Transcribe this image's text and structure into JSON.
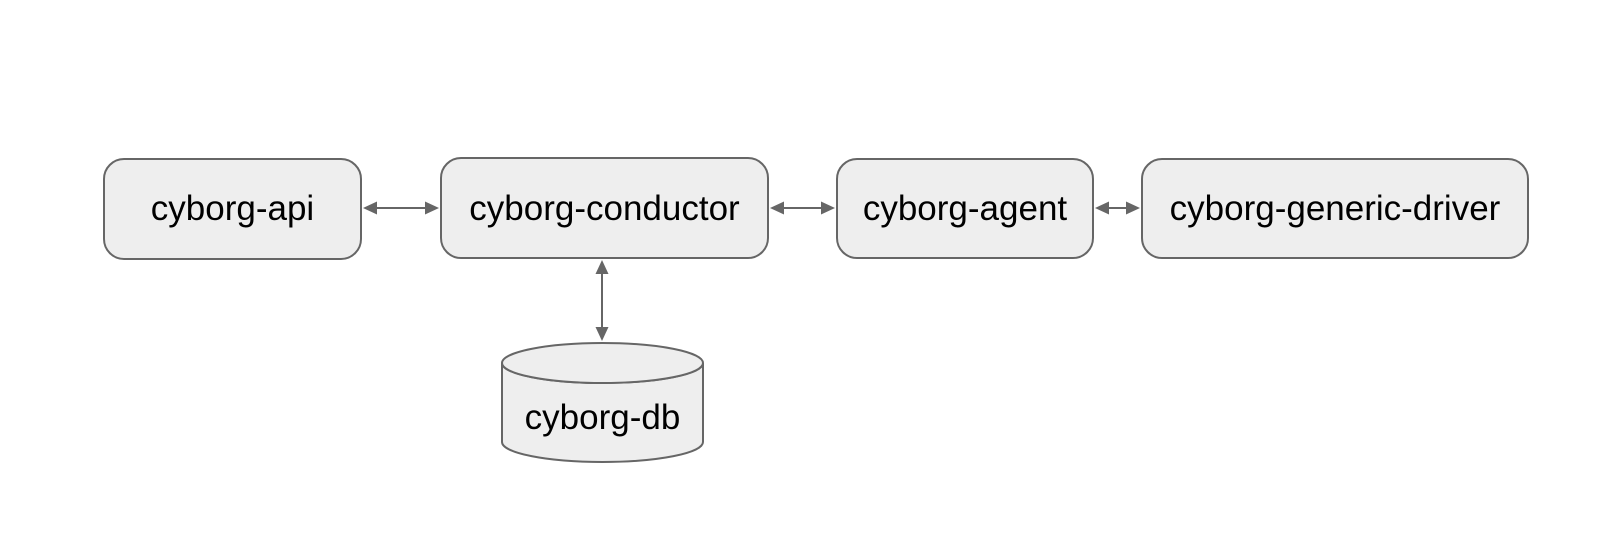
{
  "diagram": {
    "background": "#ffffff",
    "colors": {
      "node_fill": "#eeeeee",
      "node_border": "#666666",
      "arrow": "#666666",
      "label_text": "#000000"
    },
    "nodes": [
      {
        "id": "cyborg-api",
        "label": "cyborg-api",
        "shape": "rounded-rectangle"
      },
      {
        "id": "cyborg-conductor",
        "label": "cyborg-conductor",
        "shape": "rounded-rectangle"
      },
      {
        "id": "cyborg-agent",
        "label": "cyborg-agent",
        "shape": "rounded-rectangle"
      },
      {
        "id": "cyborg-generic-driver",
        "label": "cyborg-generic-driver",
        "shape": "rounded-rectangle"
      },
      {
        "id": "cyborg-db",
        "label": "cyborg-db",
        "shape": "cylinder"
      }
    ],
    "edges": [
      {
        "from": "cyborg-api",
        "to": "cyborg-conductor",
        "style": "double-arrow"
      },
      {
        "from": "cyborg-conductor",
        "to": "cyborg-agent",
        "style": "double-arrow"
      },
      {
        "from": "cyborg-agent",
        "to": "cyborg-generic-driver",
        "style": "double-arrow"
      },
      {
        "from": "cyborg-conductor",
        "to": "cyborg-db",
        "style": "double-arrow"
      }
    ]
  }
}
